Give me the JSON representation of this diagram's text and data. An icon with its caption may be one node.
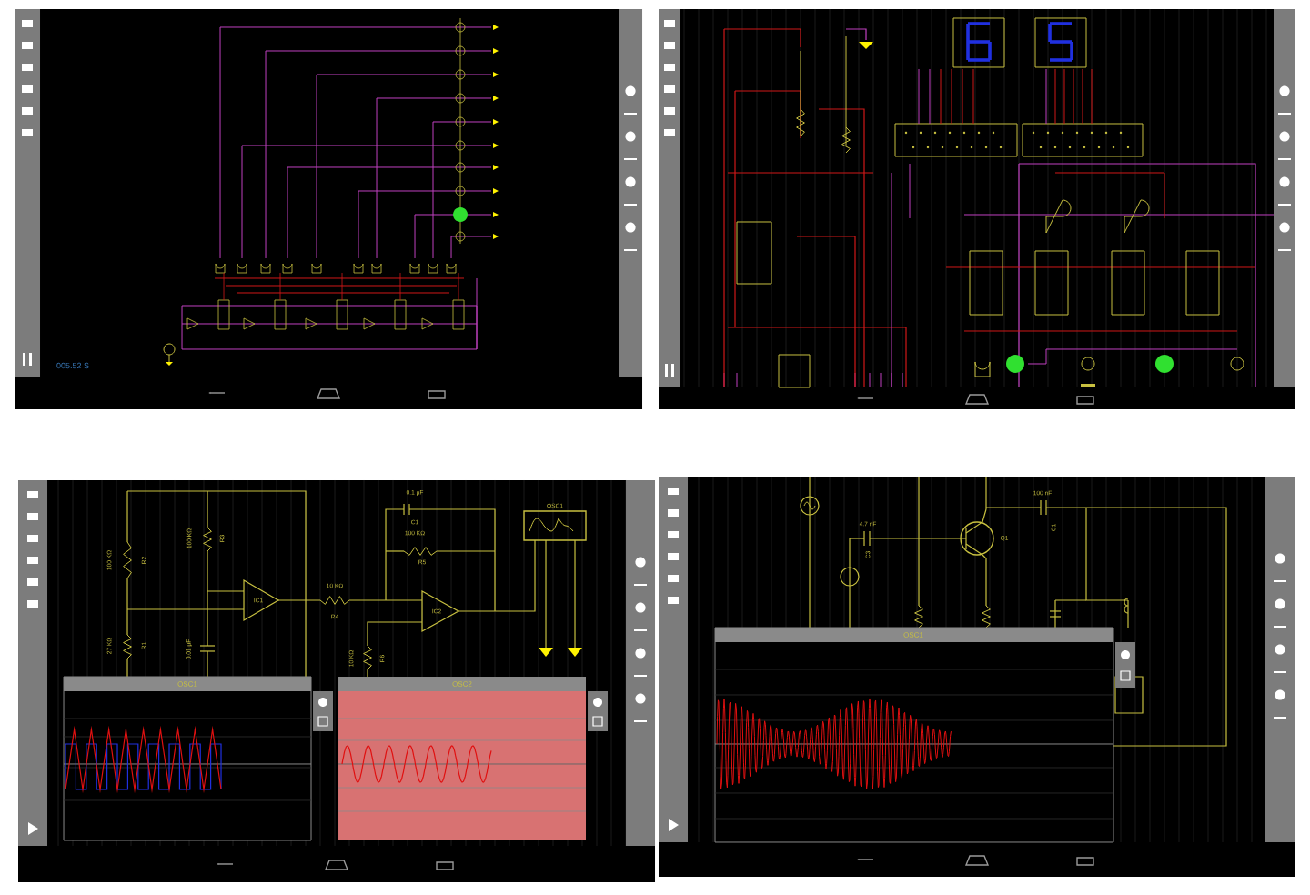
{
  "diagram": {
    "labels": [
      "005.52 S",
      "0.1 µF",
      "C1",
      "100 KΩ",
      "R5",
      "100 KΩ",
      "R3",
      "100 KΩ",
      "R2",
      "IC1",
      "10 KΩ",
      "R4",
      "IC2",
      "OSC1",
      "27 KΩ",
      "R1",
      "0.01 µF",
      "10 KΩ",
      "R6",
      "OSC1",
      "OSC2",
      "100 nF",
      "4.7 nF",
      "C1",
      "C3",
      "Q1",
      "OSC1"
    ]
  }
}
